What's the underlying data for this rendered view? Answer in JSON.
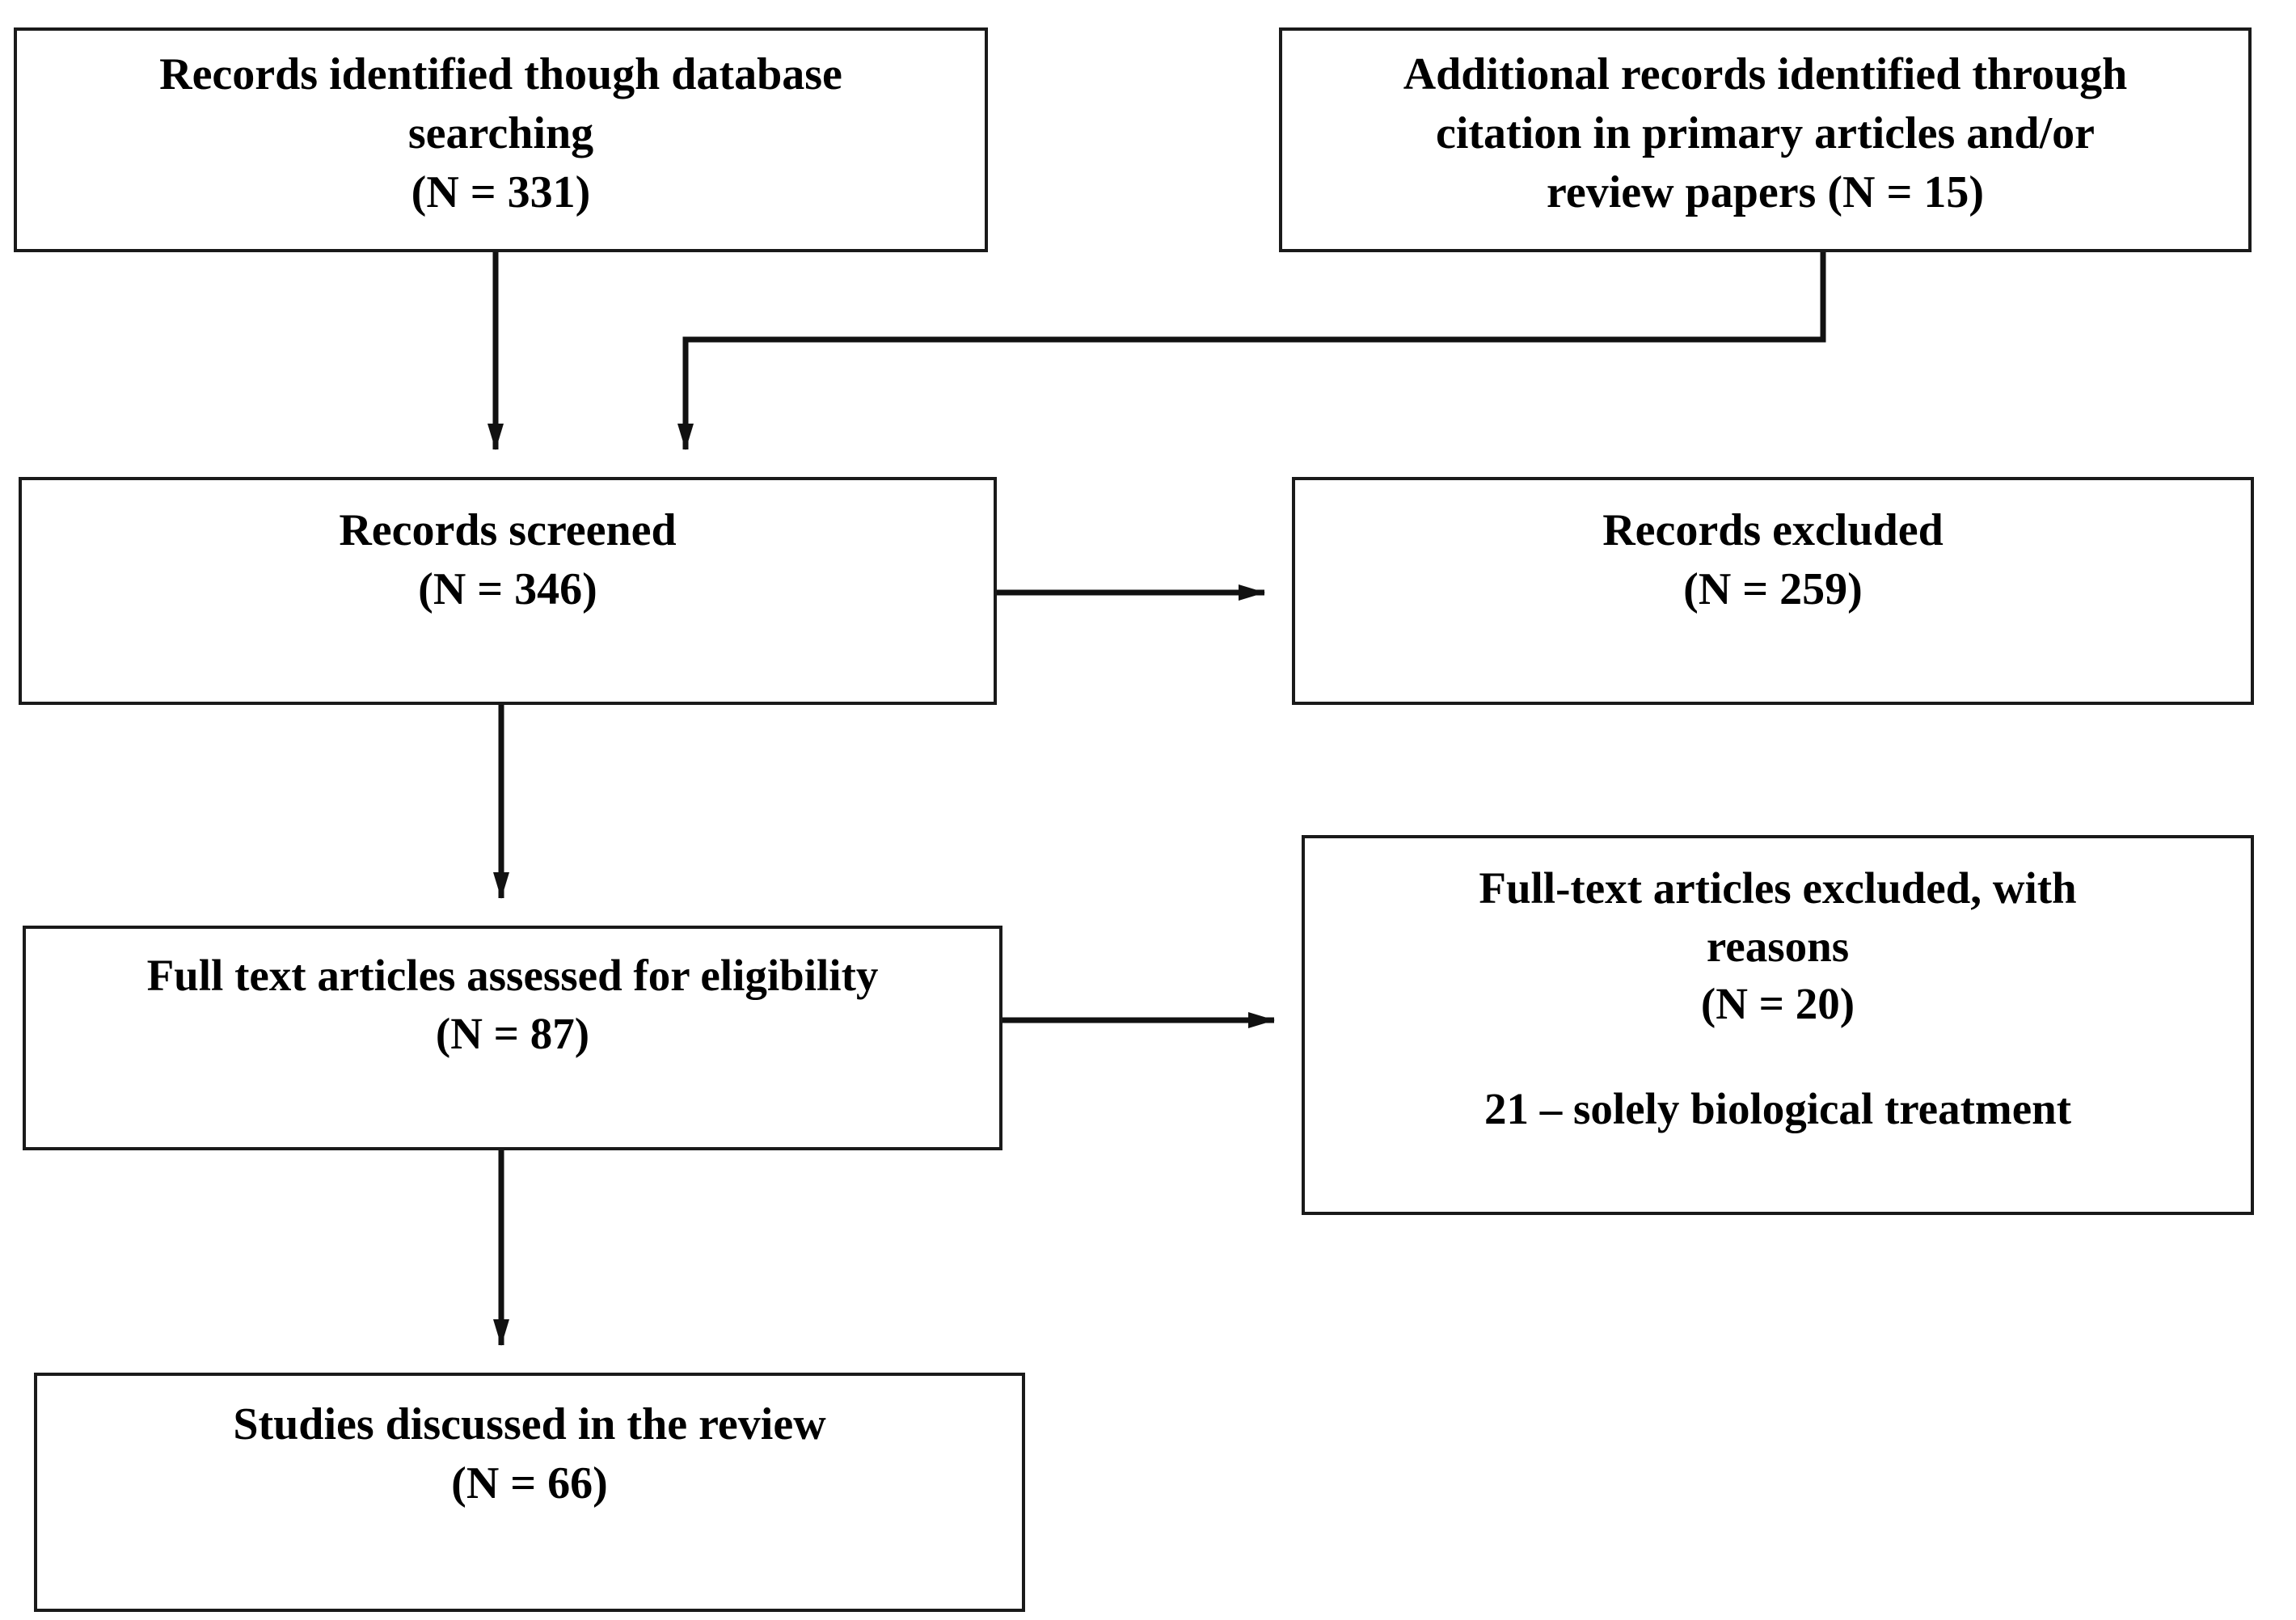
{
  "diagram": {
    "title": "PRISMA study selection flow diagram",
    "type": "flowchart",
    "background_color": "#ffffff",
    "line_color": "#1a1a1a",
    "text_color": "#000000"
  },
  "nodes": {
    "identified_database": {
      "line1": "Records identified though database",
      "line2": "searching",
      "line3": "(N = 331)",
      "count": 331
    },
    "identified_citation": {
      "line1": "Additional records identified through",
      "line2": "citation in primary articles and/or",
      "line3": "review papers (N = 15)",
      "count": 15
    },
    "records_screened": {
      "line1": "Records screened",
      "line2": "(N = 346)",
      "count": 346
    },
    "records_excluded": {
      "line1": "Records excluded",
      "line2": "(N = 259)",
      "count": 259
    },
    "fulltext_assessed": {
      "line1": "Full text articles assessed for eligibility",
      "line2": "(N = 87)",
      "count": 87
    },
    "fulltext_excluded": {
      "line1": "Full-text articles excluded, with",
      "line2": "reasons",
      "line3": "(N = 20)",
      "count": 20,
      "reason1": "21 – solely biological treatment"
    },
    "studies_discussed": {
      "line1": "Studies discussed in the review",
      "line2": "(N = 66)",
      "count": 66
    }
  },
  "edges": [
    {
      "id": "edge-database-to-screened",
      "from": "identified_database",
      "to": "records_screened",
      "style": "straight-vertical-arrow"
    },
    {
      "id": "edge-citation-to-screened",
      "from": "identified_citation",
      "to": "records_screened",
      "style": "elbow-arrow"
    },
    {
      "id": "edge-screened-to-excluded",
      "from": "records_screened",
      "to": "records_excluded",
      "style": "straight-horizontal-arrow"
    },
    {
      "id": "edge-screened-to-fulltext",
      "from": "records_screened",
      "to": "fulltext_assessed",
      "style": "straight-vertical-arrow"
    },
    {
      "id": "edge-fulltext-to-excluded",
      "from": "fulltext_assessed",
      "to": "fulltext_excluded",
      "style": "straight-horizontal-arrow"
    },
    {
      "id": "edge-fulltext-to-studies",
      "from": "fulltext_assessed",
      "to": "studies_discussed",
      "style": "straight-vertical-arrow"
    }
  ]
}
